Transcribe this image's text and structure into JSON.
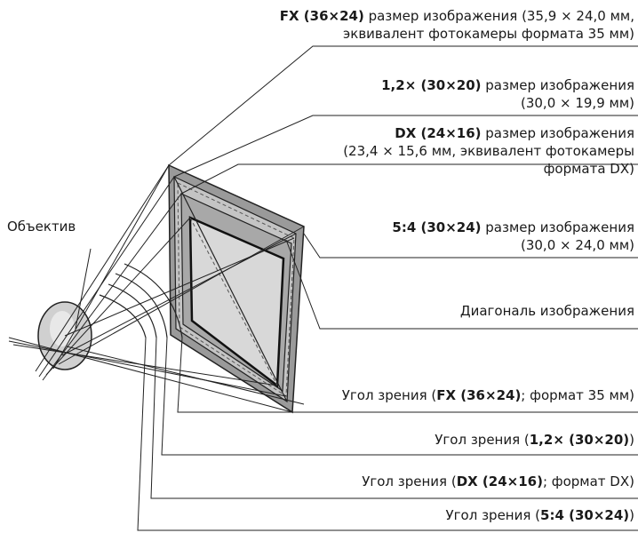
{
  "labels": {
    "fx_size": {
      "line1_bold": "FX (36×24)",
      "line1_rest": " размер изображения (35,9 × 24,0 мм,",
      "line2": "эквивалент фотокамеры формата 35 мм)"
    },
    "crop12_size": {
      "line1_bold": "1,2× (30×20)",
      "line1_rest": " размер изображения",
      "line2": "(30,0 × 19,9 мм)"
    },
    "dx_size": {
      "line1_bold": "DX (24×16)",
      "line1_rest": " размер изображения",
      "line2": "(23,4 × 15,6 мм, эквивалент фотокамеры",
      "line3": "формата DX)"
    },
    "crop54_size": {
      "line1_bold": "5:4 (30×24)",
      "line1_rest": " размер изображения",
      "line2": "(30,0 × 24,0 мм)"
    },
    "lens": "Объектив",
    "diagonal": "Диагональ изображения",
    "angle_fx": {
      "pre": "Угол зрения (",
      "bold": "FX (36×24)",
      "post": "; формат 35 мм)"
    },
    "angle_12": {
      "pre": "Угол зрения (",
      "bold": "1,2× (30×20)",
      "post": ")"
    },
    "angle_dx": {
      "pre": "Угол зрения (",
      "bold": "DX (24×16)",
      "post": "; формат DX)"
    },
    "angle_54": {
      "pre": "Угол зрения (",
      "bold": "5:4 (30×24)",
      "post": ")"
    }
  },
  "colors": {
    "line": "#222222",
    "frame_outer": "#9a9a9a",
    "frame_mid": "#c4c4c4",
    "frame_inner": "#dcdcdc",
    "lens": "#d0d0d0"
  }
}
